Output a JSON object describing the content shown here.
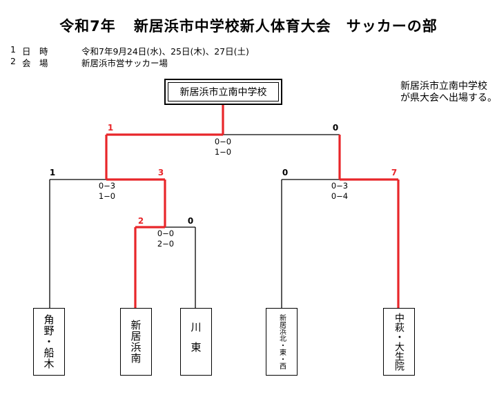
{
  "title": {
    "left": "令和7年",
    "right": "新居浜市中学校新人体育大会　サッカーの部"
  },
  "info": [
    {
      "num": "1",
      "label": "日　時",
      "value": "令和7年9月24日(水)、25日(木)、27日(土)"
    },
    {
      "num": "2",
      "label": "会　場",
      "value": "新居浜市営サッカー場"
    }
  ],
  "note": {
    "line1": "新居浜市立南中学校",
    "line2": "が県大会へ出場する。"
  },
  "champion": "新居浜市立南中学校",
  "teams": [
    {
      "name": "角野・船木"
    },
    {
      "name": "新居浜南"
    },
    {
      "name": "川東"
    },
    {
      "name": "新居浜北・東・西"
    },
    {
      "name": "中萩・大生院"
    }
  ],
  "matches": {
    "r1": {
      "left_score": "2",
      "right_score": "0",
      "pk": "0−0",
      "result": "2−0"
    },
    "sf_left": {
      "left_score": "1",
      "right_score": "3",
      "pk": "0−3",
      "result": "1−0"
    },
    "sf_right": {
      "left_score": "0",
      "right_score": "7",
      "pk": "0−3",
      "result": "0−4"
    },
    "final": {
      "left_score": "1",
      "right_score": "0",
      "pk": "0−0",
      "result": "1−0"
    }
  },
  "colors": {
    "winner_line": "#e8262a",
    "line": "#000000"
  }
}
